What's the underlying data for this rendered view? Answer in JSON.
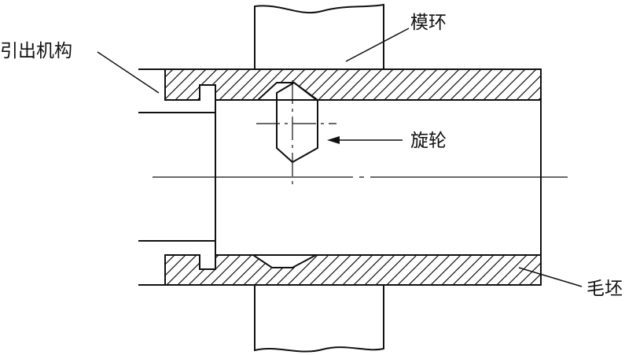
{
  "labels": {
    "extraction_mechanism": "引出机构",
    "die_ring": "模环",
    "spinning_wheel": "旋轮",
    "blank": "毛坯"
  },
  "colors": {
    "line": "#111111",
    "background": "#ffffff"
  }
}
